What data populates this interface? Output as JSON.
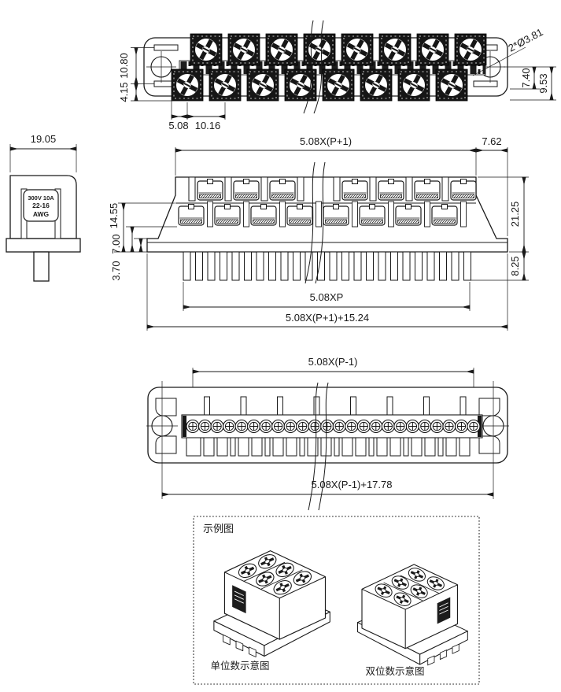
{
  "canvas": {
    "background": "#ffffff",
    "line_color": "#1a1a1a"
  },
  "top_view": {
    "dims": {
      "height_upper": "10.80",
      "height_lower": "4.15",
      "pitch_half": "5.08",
      "pitch": "10.16",
      "hole_callout": "2*Ø3.81",
      "right_inner": "7.40",
      "right_outer": "9.53"
    }
  },
  "side_view": {
    "dims": {
      "width": "19.05"
    },
    "label": {
      "line1": "300V 10A",
      "line2": "22-16",
      "line3": "AWG"
    }
  },
  "front_view": {
    "dims": {
      "top_span": "5.08X(P+1)",
      "top_end": "7.62",
      "height_total": "21.25",
      "pin_length": "8.25",
      "left_upper": "14.55",
      "left_mid": "7.00",
      "left_lower": "3.70",
      "pin_span": "5.08XP",
      "overall_length": "5.08X(P+1)+15.24"
    }
  },
  "bottom_view": {
    "dims": {
      "screw_span": "5.08X(P-1)",
      "overall_length": "5.08X(P-1)+17.78"
    }
  },
  "example_box": {
    "title": "示例图",
    "caption_left": "单位数示意图",
    "caption_right": "双位数示意图"
  }
}
